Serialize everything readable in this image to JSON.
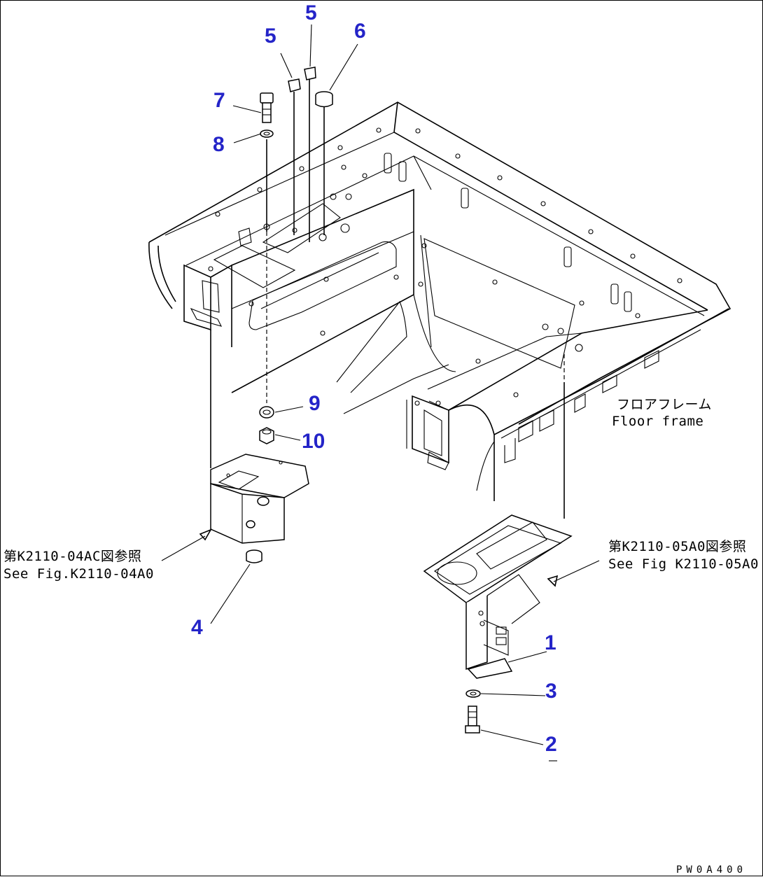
{
  "diagram": {
    "callouts": [
      {
        "id": "c5a",
        "text": "5"
      },
      {
        "id": "c5b",
        "text": "5"
      },
      {
        "id": "c6",
        "text": "6"
      },
      {
        "id": "c7",
        "text": "7"
      },
      {
        "id": "c8",
        "text": "8"
      },
      {
        "id": "c9",
        "text": "9"
      },
      {
        "id": "c10",
        "text": "10"
      },
      {
        "id": "c4",
        "text": "4"
      },
      {
        "id": "c1",
        "text": "1"
      },
      {
        "id": "c3",
        "text": "3"
      },
      {
        "id": "c2",
        "text": "2"
      }
    ],
    "labels": {
      "floor_frame_jp": "フロアフレーム",
      "floor_frame_en": "Floor frame",
      "ref_left_jp": "第K2110-04AC図参照",
      "ref_left_en": "See Fig.K2110-04A0",
      "ref_right_jp": "第K2110-05A0図参照",
      "ref_right_en": "See Fig K2110-05A0"
    },
    "drawing_code": "PW0A400",
    "colors": {
      "callout": "#2424c8",
      "line": "#000000",
      "background": "#ffffff"
    }
  }
}
